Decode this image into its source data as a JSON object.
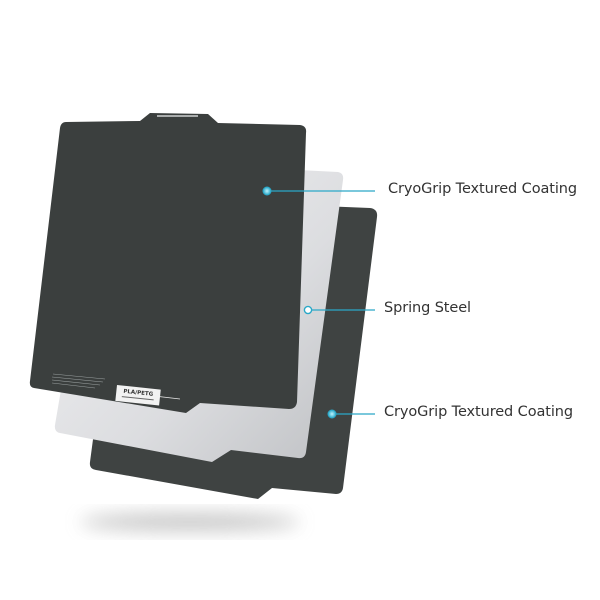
{
  "callouts": [
    {
      "label": "CryoGrip Textured Coating",
      "marker": "filled"
    },
    {
      "label": "Spring Steel",
      "marker": "hollow"
    },
    {
      "label": "CryoGrip Textured Coating",
      "marker": "filled"
    }
  ],
  "plate_sticker": {
    "brand": "PLA/PETG"
  },
  "colors": {
    "accent": "#2aa8c8",
    "coating": "#3d4140",
    "steel": "#dcdde0",
    "label_text": "#333333"
  }
}
